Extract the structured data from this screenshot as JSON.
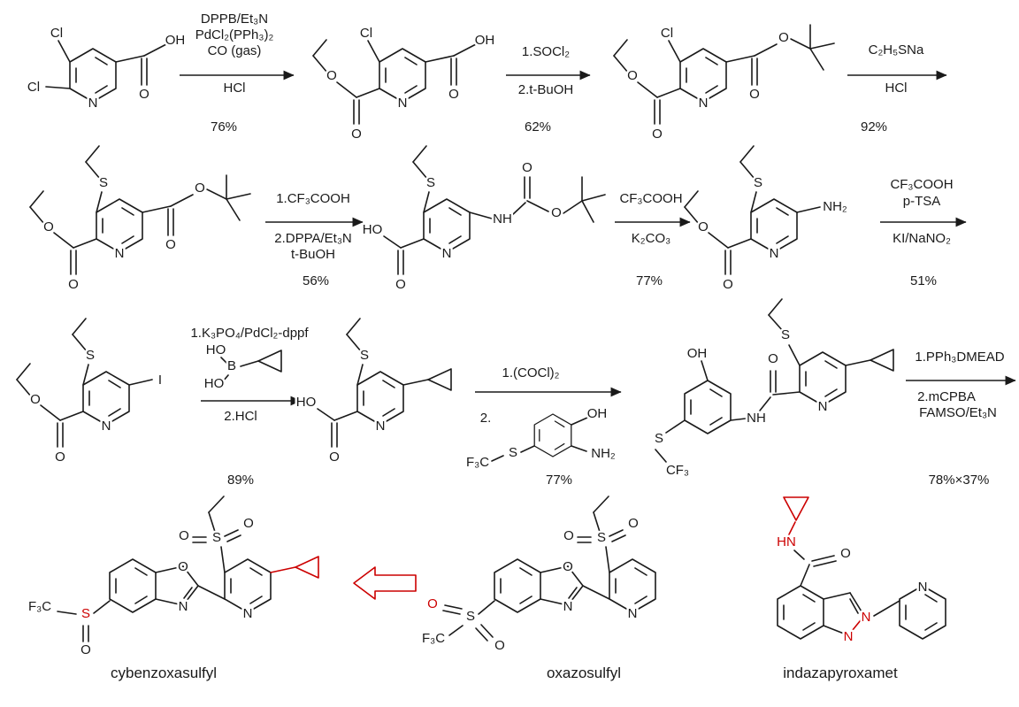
{
  "colors": {
    "bond": "#1a1a1a",
    "highlight": "#cc0000",
    "background": "#ffffff"
  },
  "steps": [
    {
      "above": [
        "DPPB/Et₃N",
        "PdCl₂(PPh₃)₂",
        "CO (gas)"
      ],
      "below": [
        "HCl"
      ],
      "yield": "76%"
    },
    {
      "above": [
        "1.SOCl₂"
      ],
      "below": [
        "2.t-BuOH"
      ],
      "yield": "62%"
    },
    {
      "above": [
        "C₂H₅SNa"
      ],
      "below": [
        "HCl"
      ],
      "yield": "92%"
    },
    {
      "above": [
        "1.CF₃COOH"
      ],
      "below": [
        "2.DPPA/Et₃N",
        "t-BuOH"
      ],
      "yield": "56%"
    },
    {
      "above": [
        "CF₃COOH"
      ],
      "below": [
        "K₂CO₃"
      ],
      "yield": "77%"
    },
    {
      "above": [
        "CF₃COOH",
        "p-TSA"
      ],
      "below": [
        "KI/NaNO₂"
      ],
      "yield": "51%"
    },
    {
      "above": [
        "1.K₃PO₄/PdCl₂-dppf"
      ],
      "below": [
        "2.HCl"
      ],
      "yield": "89%"
    },
    {
      "above": [
        "1.(COCl)₂"
      ],
      "below": [
        "2."
      ],
      "yield": "77%"
    },
    {
      "above": [
        "1.PPh₃DMEAD"
      ],
      "below": [
        "2.mCPBA",
        "FAMSO/Et₃N"
      ],
      "yield": "78%×37%"
    }
  ],
  "molecules": {
    "m1": [
      "Cl",
      "Cl",
      "N",
      "O",
      "OH"
    ],
    "m2": [
      "Cl",
      "N",
      "O",
      "O",
      "O",
      "OH"
    ],
    "m3": [
      "Cl",
      "N",
      "O",
      "O",
      "O",
      "O"
    ],
    "m4": [
      "S",
      "N",
      "O",
      "O",
      "O",
      "O"
    ],
    "m5": [
      "S",
      "N",
      "HO",
      "O",
      "NH",
      "O",
      "O"
    ],
    "m6": [
      "S",
      "N",
      "O",
      "O",
      "NH₂"
    ],
    "m7": [
      "S",
      "N",
      "O",
      "O",
      "I"
    ],
    "m7b": [
      "HO",
      "B",
      "HO"
    ],
    "m8": [
      "S",
      "N",
      "HO",
      "O"
    ],
    "m8b": [
      "OH",
      "NH₂",
      "S",
      "F₃C"
    ],
    "m9": [
      "OH",
      "O",
      "NH",
      "S",
      "N",
      "S",
      "CF₃"
    ],
    "m10": [
      "F₃C",
      "S",
      "O",
      "O",
      "N",
      "N",
      "S",
      "O",
      "O"
    ],
    "m11": [
      "F₃C",
      "S",
      "O",
      "O",
      "O",
      "N",
      "N",
      "S",
      "O",
      "O"
    ],
    "m12": [
      "HN",
      "O",
      "N",
      "N",
      "N"
    ]
  },
  "products": [
    {
      "name": "cybenzoxasulfyl"
    },
    {
      "name": "oxazosulfyl"
    },
    {
      "name": "indazapyroxamet"
    }
  ]
}
